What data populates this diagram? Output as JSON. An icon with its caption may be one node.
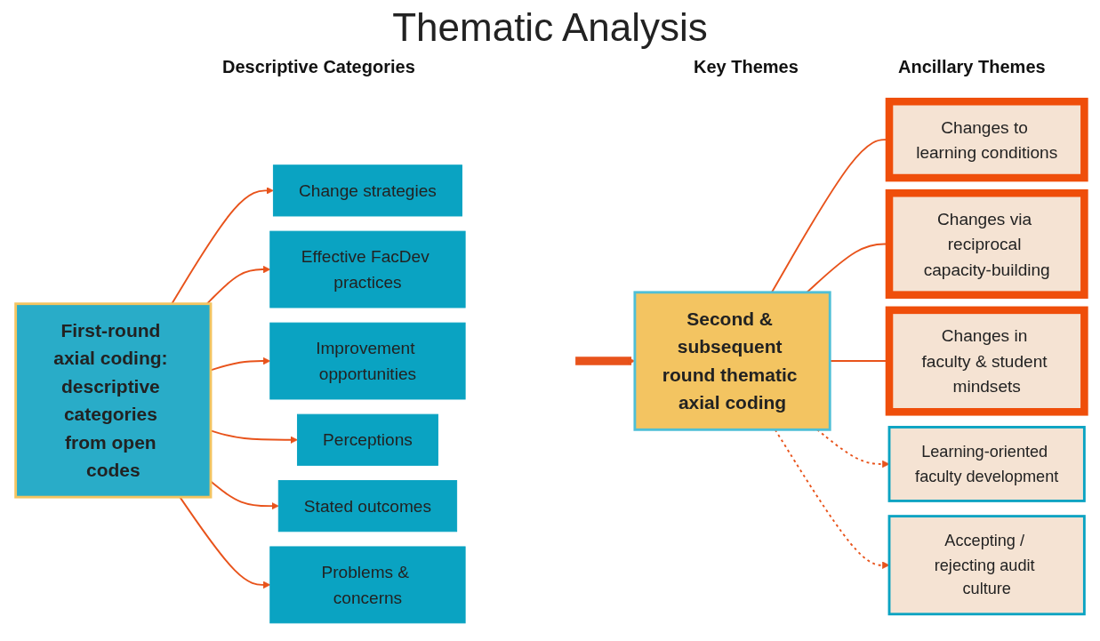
{
  "diagram": {
    "title": "Thematic Analysis",
    "nodes": [
      {
        "text": [
          "First-round axial coding: descriptive categories from open codes"
        ]
      },
      {
        "text": [
          "Change strategies"
        ]
      },
      {
        "text": [
          "Effective FacDev practices"
        ]
      },
      {
        "text": [
          "Improvement opportunities"
        ]
      },
      {
        "text": [
          "Perceptions"
        ]
      },
      {
        "text": [
          "Stated outcomes"
        ]
      },
      {
        "text": [
          "Problems & concerns"
        ]
      },
      {
        "text": [
          "Second & subsequent round thematic axial coding"
        ]
      },
      {
        "text": [
          "Changes to learning conditions"
        ]
      },
      {
        "text": [
          "Changes via reciprocal capacity-building"
        ]
      },
      {
        "text": [
          "Changes in faculty & student mindsets"
        ]
      },
      {
        "text": [
          "Learning-oriented faculty development"
        ]
      },
      {
        "text": [
          "Accepting / rejecting audit culture"
        ]
      }
    ],
    "edges": [
      {
        "from": 0,
        "to": 1,
        "arrow": "to"
      },
      {
        "from": 0,
        "to": 2,
        "arrow": "to"
      },
      {
        "from": 0,
        "to": 3,
        "arrow": "to"
      },
      {
        "from": 0,
        "to": 4,
        "arrow": "to"
      },
      {
        "from": 0,
        "to": 5,
        "arrow": "to"
      },
      {
        "from": 0,
        "to": 6,
        "arrow": "to"
      },
      {
        "from": null,
        "to": 7,
        "arrow": "to",
        "style": "thick"
      },
      {
        "from": 7,
        "to": 8,
        "arrow": "none"
      },
      {
        "from": 7,
        "to": 9,
        "arrow": "none"
      },
      {
        "from": 7,
        "to": 10,
        "arrow": "none"
      },
      {
        "from": 7,
        "to": 11,
        "arrow": "to",
        "style": "dashed"
      },
      {
        "from": 7,
        "to": 12,
        "arrow": "to",
        "style": "dashed"
      }
    ],
    "labels": [
      "Descriptive Categories",
      "Key Themes",
      "Ancillary Themes"
    ]
  }
}
